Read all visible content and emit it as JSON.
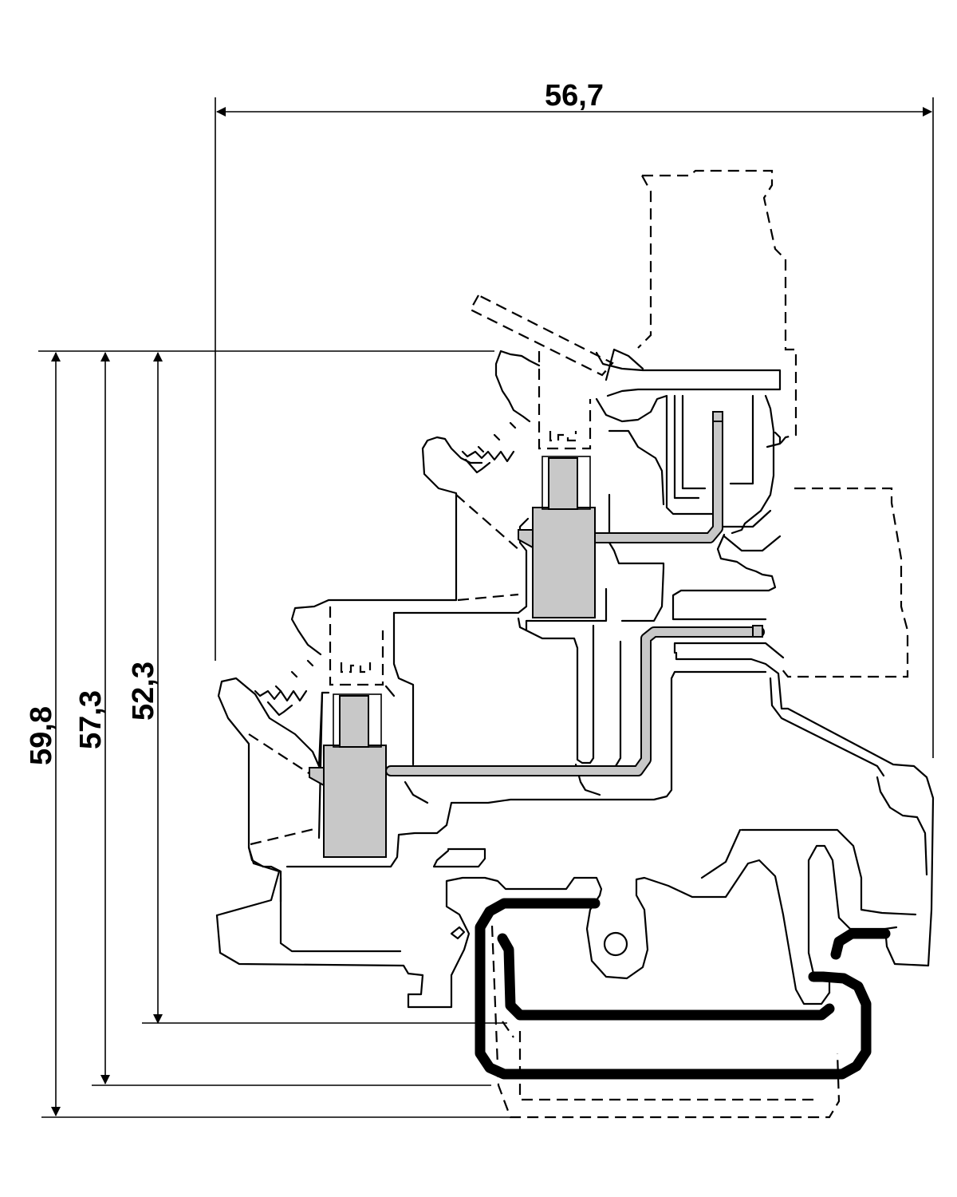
{
  "dimensions": {
    "width": "56,7",
    "height_outer": "59,8",
    "height_middle": "57,3",
    "height_inner": "52,3"
  }
}
